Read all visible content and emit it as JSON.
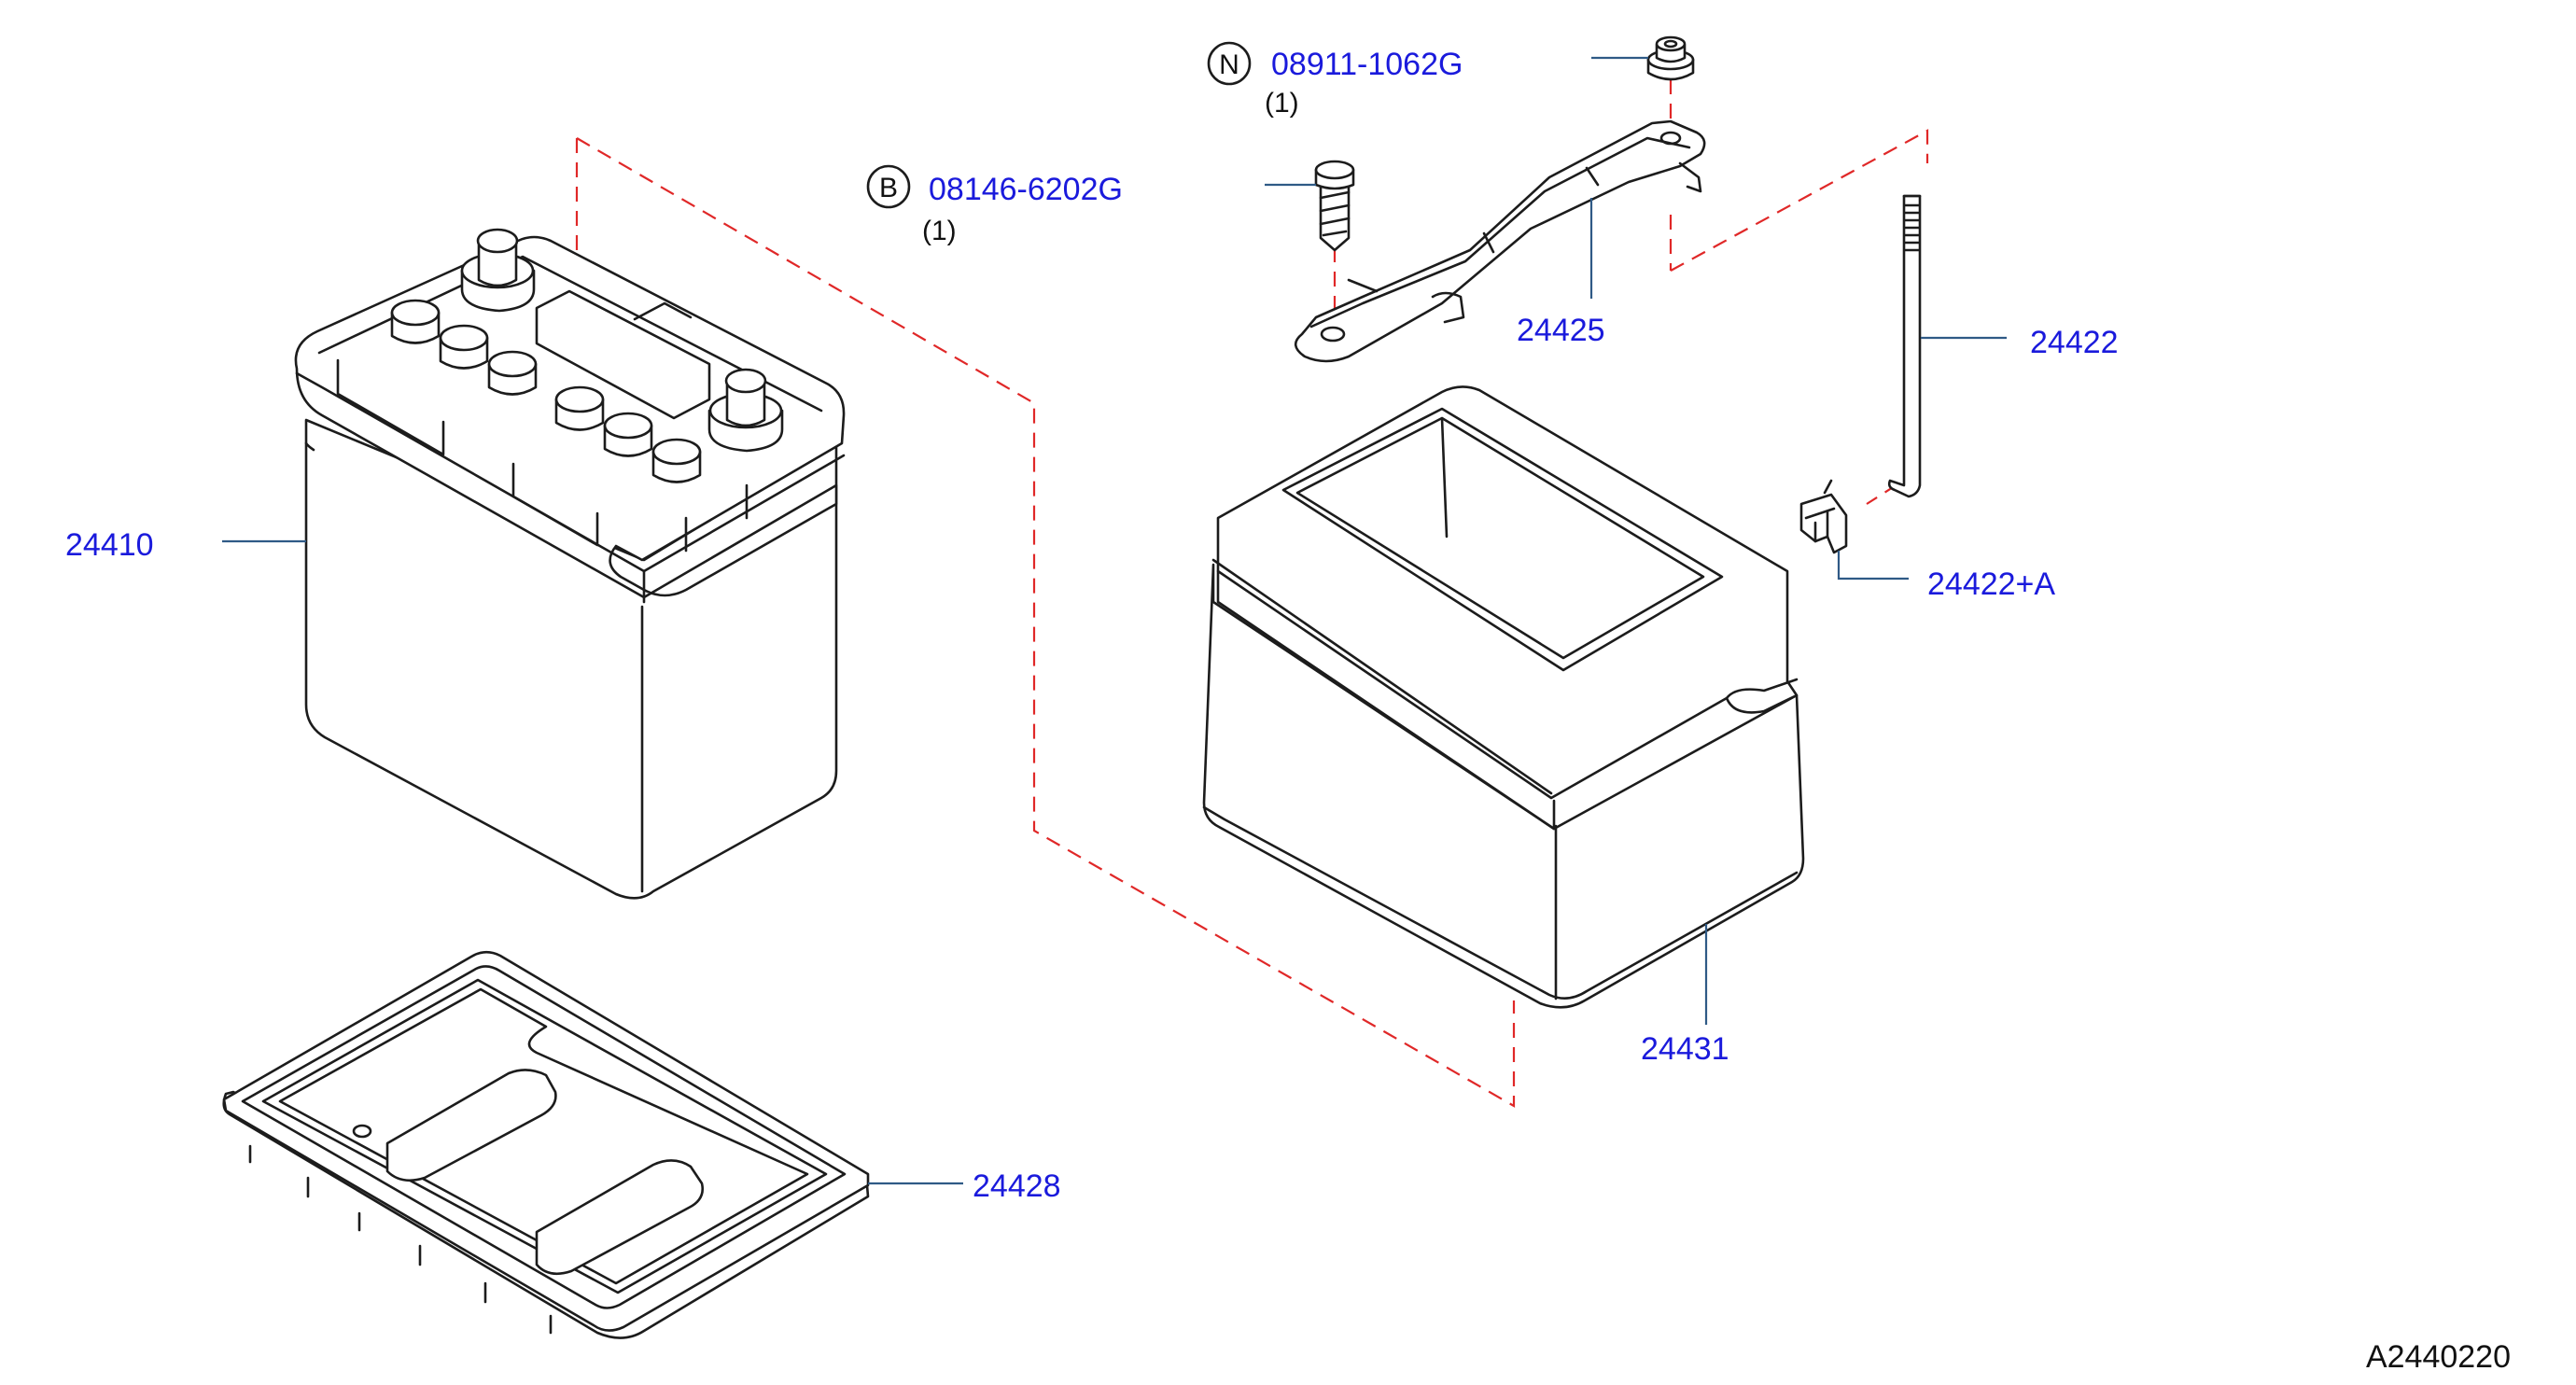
{
  "diagram": {
    "parts": [
      {
        "id": "p24410",
        "number": "24410"
      },
      {
        "id": "p24428",
        "number": "24428"
      },
      {
        "id": "p24431",
        "number": "24431"
      },
      {
        "id": "p24425",
        "number": "24425"
      },
      {
        "id": "p24422",
        "number": "24422"
      },
      {
        "id": "p24422a",
        "number": "24422+A"
      }
    ],
    "fasteners": [
      {
        "id": "bolt",
        "badge": "B",
        "number": "08146-6202G",
        "qty": "(1)"
      },
      {
        "id": "nut",
        "badge": "N",
        "number": "08911-1062G",
        "qty": "(1)"
      }
    ],
    "diagram_code": "A2440220",
    "colors": {
      "part_label": "#1a1adc",
      "leader_line": "#2f5a86",
      "phantom_line": "#e02828",
      "linework": "#1c1c1c"
    }
  }
}
